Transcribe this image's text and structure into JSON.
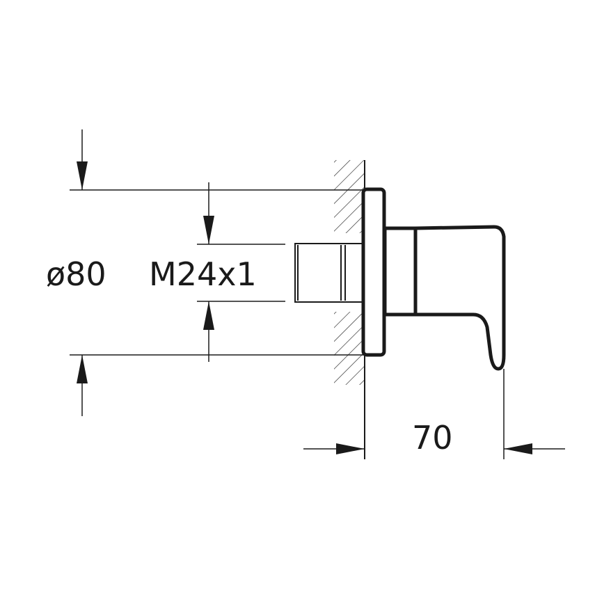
{
  "labels": {
    "diameter": "ø80",
    "thread": "M24x1",
    "depth": "70"
  },
  "colors": {
    "line": "#1a1a1a",
    "background": "#ffffff"
  }
}
